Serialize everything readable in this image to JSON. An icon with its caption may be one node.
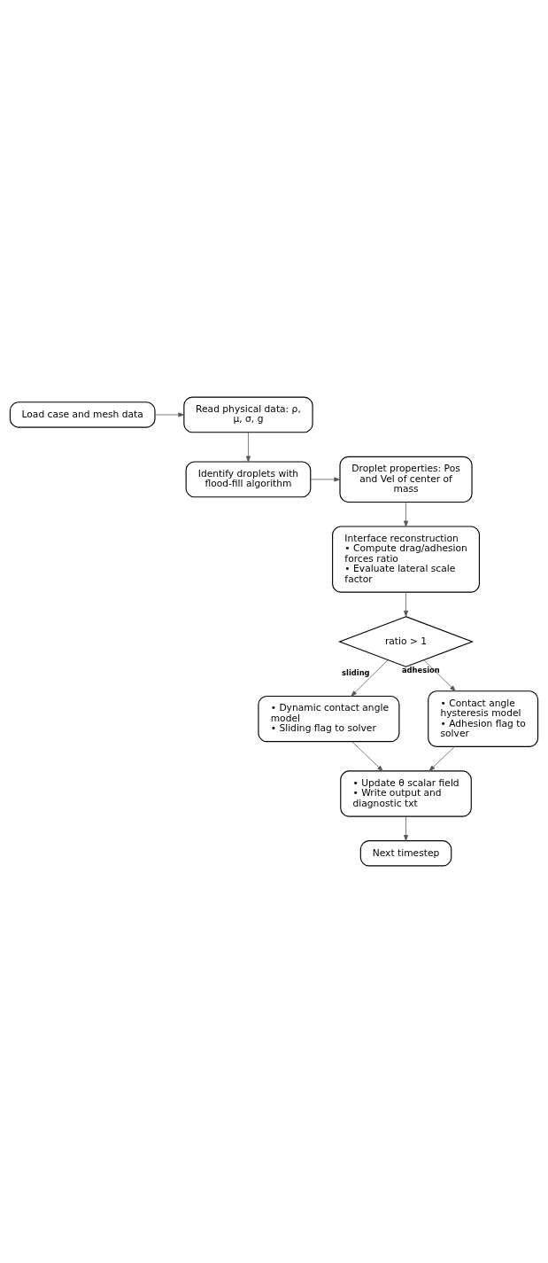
{
  "diagram": {
    "nodes": [
      {
        "text": [
          "Load case and mesh data"
        ]
      },
      {
        "text": [
          "Read physical data: ρ, μ, σ, g"
        ]
      },
      {
        "text": [
          "Identify droplets with flood-fill algorithm"
        ]
      },
      {
        "text": [
          "Droplet properties: Pos and Vel of center of mass"
        ]
      },
      {
        "text": [
          "Interface reconstruction",
          "• Compute drag/adhesion forces ratio",
          "• Evaluate lateral scale factor"
        ]
      },
      {
        "text": [
          "ratio > 1"
        ]
      },
      {
        "text": [
          "• Dynamic contact angle model",
          "• Sliding flag to solver"
        ]
      },
      {
        "text": [
          "• Contact angle hysteresis model",
          "• Adhesion flag to solver"
        ]
      },
      {
        "text": [
          "• Update θ scalar field",
          "• Write output and diagnostic txt"
        ]
      },
      {
        "text": [
          "Next timestep"
        ]
      }
    ],
    "edges": [
      {
        "from": 0,
        "to": 1,
        "arrow": "to"
      },
      {
        "from": 1,
        "to": 2,
        "arrow": "to"
      },
      {
        "from": 2,
        "to": 3,
        "arrow": "to"
      },
      {
        "from": 3,
        "to": 4,
        "arrow": "to"
      },
      {
        "from": 4,
        "to": 5,
        "arrow": "to"
      },
      {
        "from": 5,
        "to": 6,
        "arrow": "to",
        "label": "sliding"
      },
      {
        "from": 5,
        "to": 7,
        "arrow": "to",
        "label": "adhesion"
      },
      {
        "from": 6,
        "to": 8,
        "arrow": "to"
      },
      {
        "from": 7,
        "to": 8,
        "arrow": "to"
      },
      {
        "from": 8,
        "to": 9,
        "arrow": "to"
      }
    ]
  }
}
